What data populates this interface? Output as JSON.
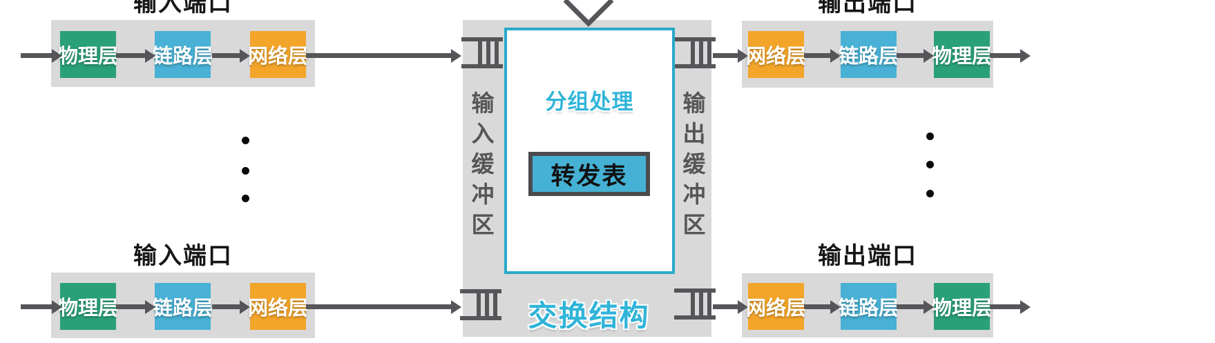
{
  "diagram": {
    "title_input_port": "输入端口",
    "title_output_port": "输出端口",
    "layers": {
      "physical": "物理层",
      "link": "链路层",
      "network": "网络层"
    },
    "center": {
      "input_buffer": "输入缓冲区",
      "output_buffer": "输出缓冲区",
      "packet_processing": "分组处理",
      "forwarding_table": "转发表",
      "switching_fabric": "交换结构"
    },
    "colors": {
      "panel": "#d9d9d9",
      "physical_green": "#2aa078",
      "link_blue": "#48b1d5",
      "network_orange": "#f3a52a",
      "arrow_gray": "#56565a",
      "cyan_label": "#30b4d8",
      "forwarding_fill": "#45b1d4",
      "forwarding_border": "#4b4b4e",
      "inner_box_border": "#2aa9ca"
    }
  }
}
